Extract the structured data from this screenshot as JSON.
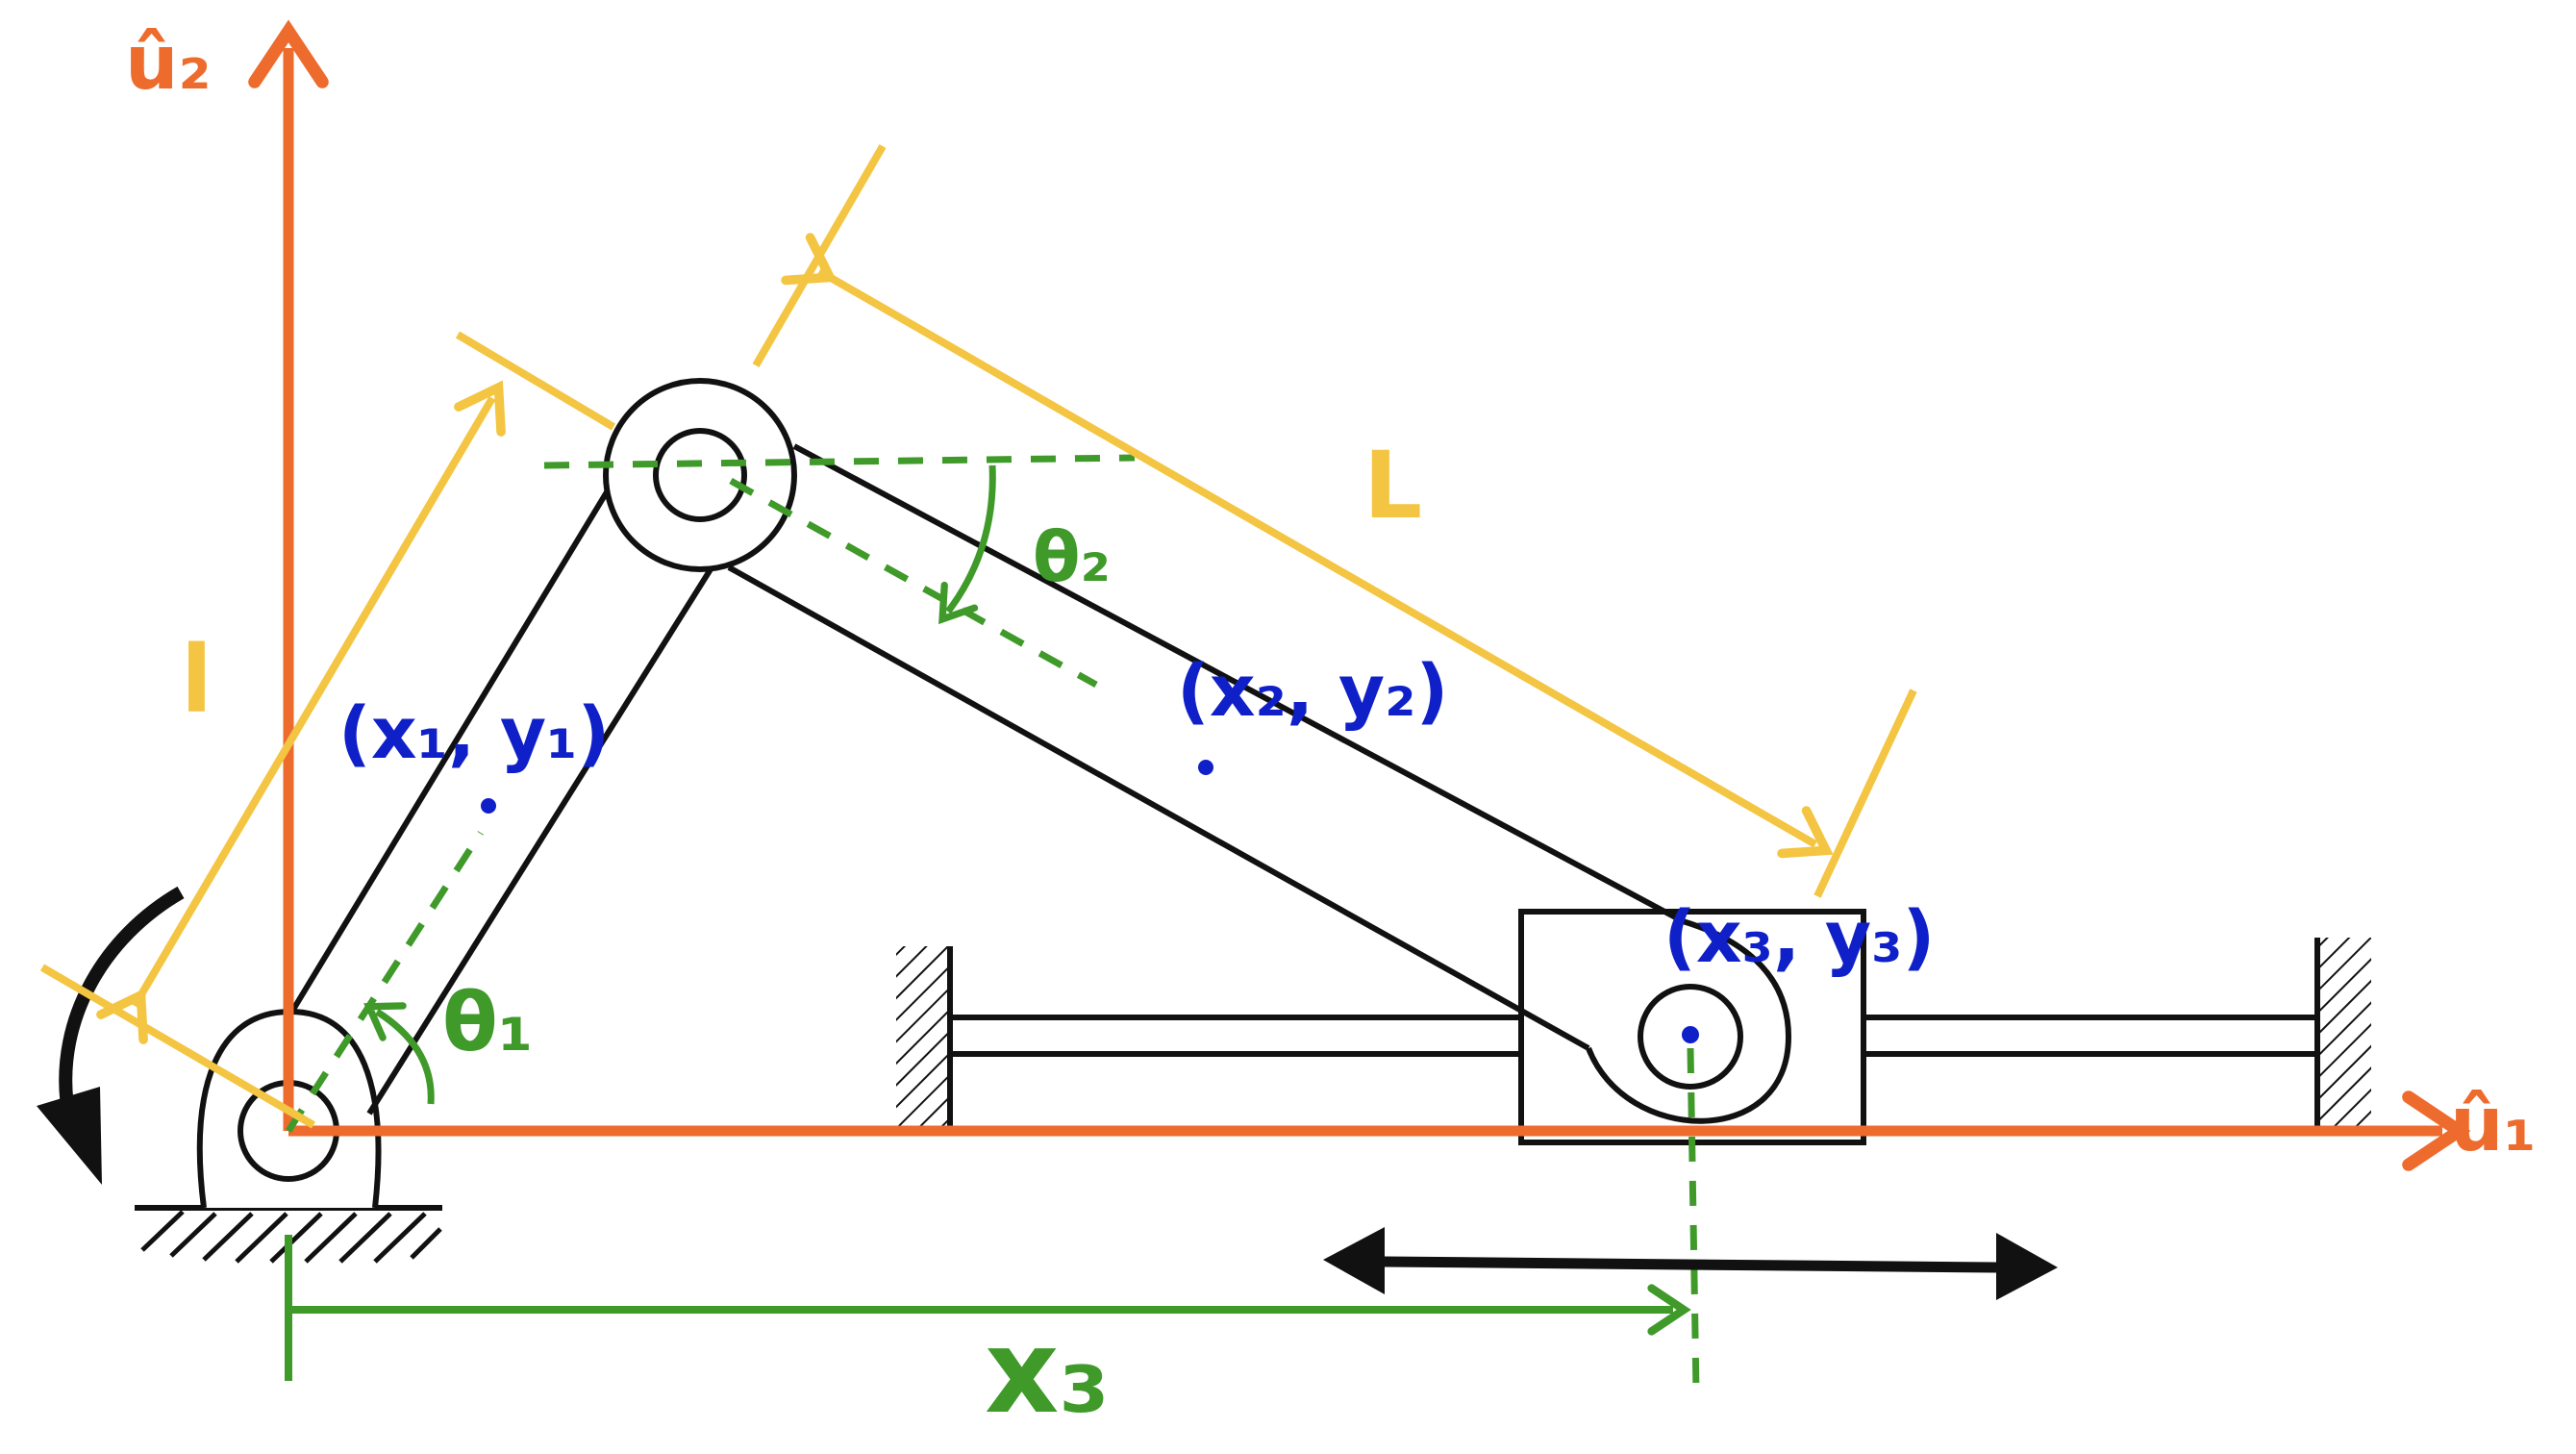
{
  "axes": {
    "u1_label": "û₁",
    "u2_label": "û₂"
  },
  "points": {
    "p1": "(x₁, y₁)",
    "p2": "(x₂, y₂)",
    "p3": "(x₃, y₃)"
  },
  "angles": {
    "theta1": "θ₁",
    "theta2": "θ₂"
  },
  "lengths": {
    "crank": "l",
    "coupler": "L"
  },
  "dimension": {
    "x3": "x₃"
  },
  "colors": {
    "axis": "#ee6b2e",
    "point_label": "#1020c8",
    "angle": "#3f9a2a",
    "length": "#f4c542",
    "mechanism": "#111111"
  }
}
